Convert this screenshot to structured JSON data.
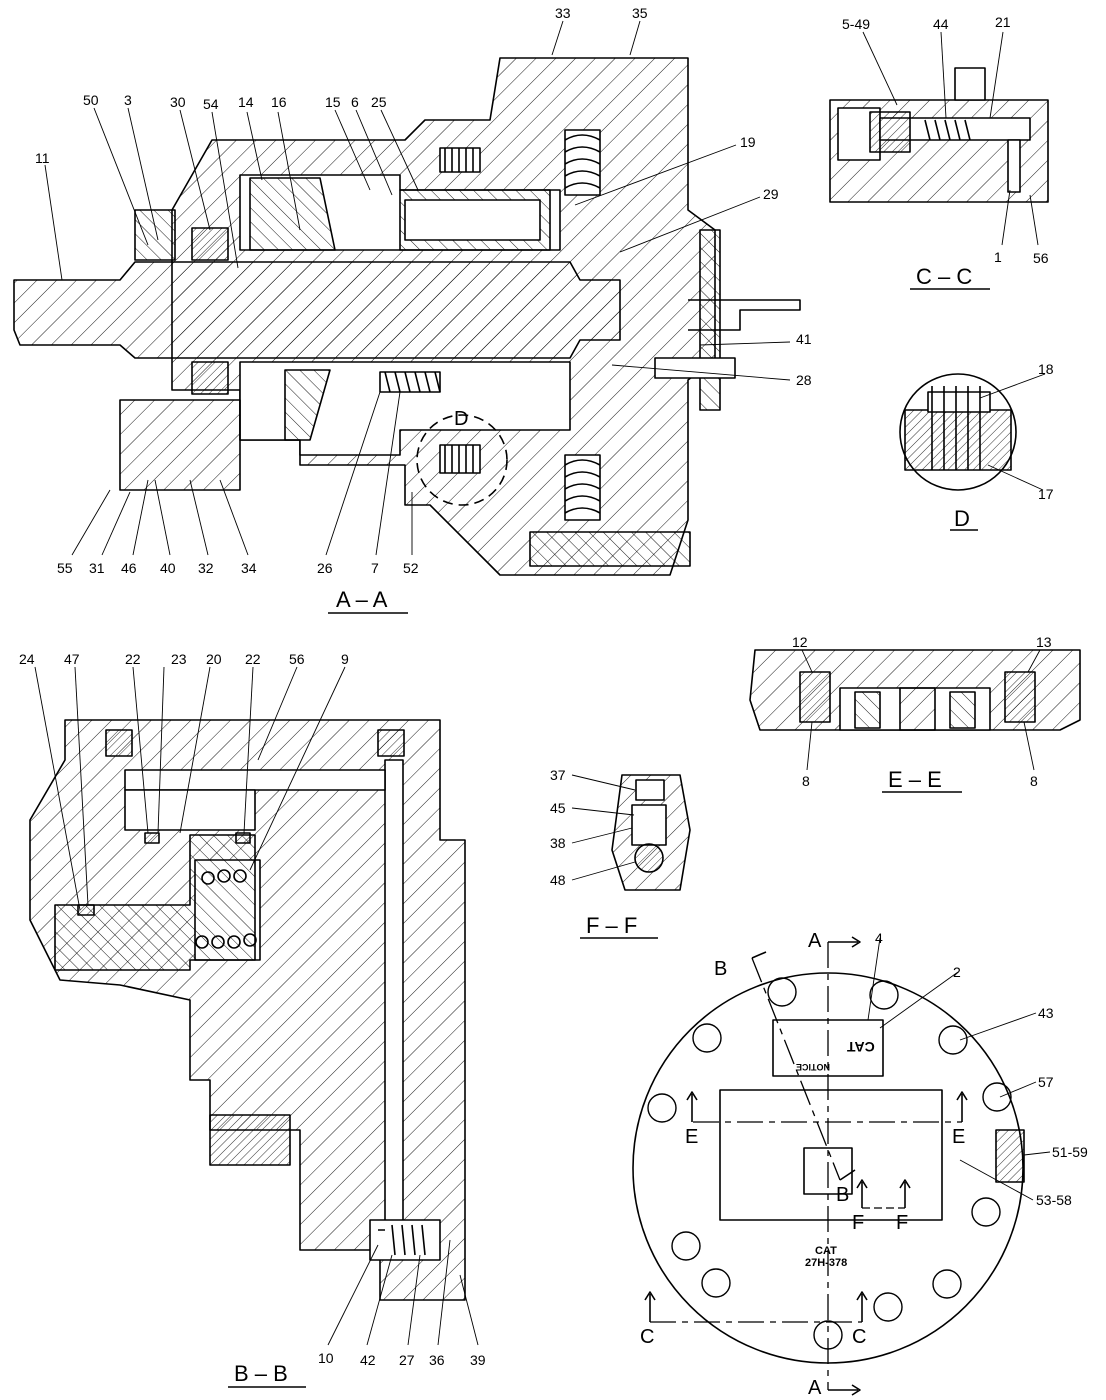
{
  "views": {
    "aa": "A – A",
    "bb": "B – B",
    "cc": "C – C",
    "d": "D",
    "ee": "E – E",
    "ff": "F – F"
  },
  "callouts": {
    "aa": [
      "33",
      "35",
      "50",
      "3",
      "30",
      "54",
      "14",
      "16",
      "15",
      "6",
      "25",
      "19",
      "29",
      "11",
      "41",
      "28",
      "55",
      "31",
      "46",
      "40",
      "32",
      "34",
      "26",
      "7",
      "52"
    ],
    "cc": [
      "5-49",
      "44",
      "21",
      "1",
      "56"
    ],
    "d": [
      "18",
      "17"
    ],
    "ee": [
      "12",
      "13",
      "8",
      "8"
    ],
    "bb": [
      "24",
      "47",
      "22",
      "23",
      "20",
      "22",
      "56",
      "9",
      "10",
      "42",
      "27",
      "36",
      "39"
    ],
    "ff": [
      "37",
      "45",
      "38",
      "48"
    ],
    "plan": [
      "4",
      "2",
      "43",
      "57",
      "51-59",
      "53-58"
    ]
  },
  "section_marks": {
    "a_top": "A",
    "a_bottom": "A",
    "b_top": "B",
    "b_mid": "B",
    "c_left": "C",
    "c_right": "C",
    "e_left": "E",
    "e_right": "E",
    "f_left": "F",
    "f_right": "F",
    "d_detail": "D"
  },
  "plate": {
    "brand": "CAT",
    "part_number": "27H-378",
    "notice": "NOTICE"
  }
}
